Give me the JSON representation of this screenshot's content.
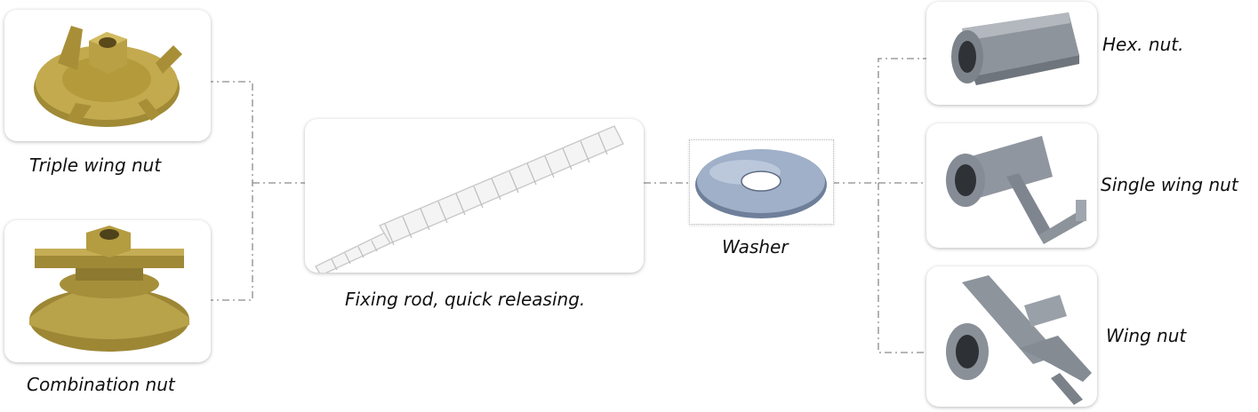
{
  "items": {
    "triple_wing_nut": "Triple wing nut",
    "combination_nut": "Combination nut",
    "fixing_rod": "Fixing rod, quick releasing.",
    "washer": "Washer",
    "hex_nut": "Hex. nut.",
    "single_wing_nut": "Single wing nut",
    "wing_nut": "Wing nut"
  },
  "colors": {
    "connector": "#8a8a8a",
    "bronze": "#b59a3c",
    "steel": "#8f959c"
  }
}
